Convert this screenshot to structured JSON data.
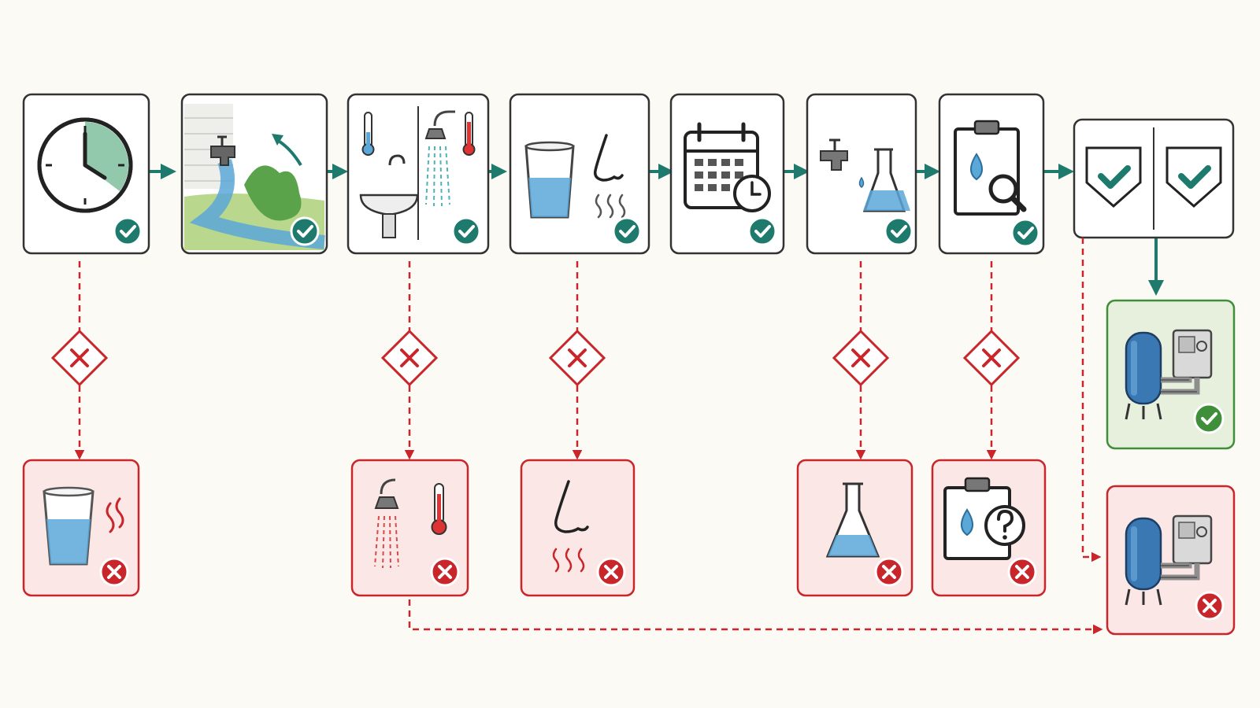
{
  "colors": {
    "background": "#fbfaf5",
    "flow_teal": "#1f7a6e",
    "fail_red": "#c8262a",
    "fail_fill": "#fbe7e6",
    "pass_green": "#3f8f3a",
    "pass_fill": "#e6f0dd",
    "box_border": "#333333",
    "water_blue": "#5aa8d8",
    "tank_blue": "#3a78b4"
  },
  "steps": [
    {
      "id": "wait-time",
      "icon": "clock-icon",
      "status": "pass"
    },
    {
      "id": "flush-outdoor",
      "icon": "garden-faucet-icon",
      "status": "pass"
    },
    {
      "id": "temperature-check",
      "icon": "sink-shower-thermometer-icon",
      "status": "pass"
    },
    {
      "id": "look-smell",
      "icon": "glass-nose-icon",
      "status": "pass"
    },
    {
      "id": "schedule",
      "icon": "calendar-clock-icon",
      "status": "pass"
    },
    {
      "id": "sample",
      "icon": "faucet-flask-icon",
      "status": "pass"
    },
    {
      "id": "lab-report",
      "icon": "clipboard-magnifier-icon",
      "status": "pass"
    },
    {
      "id": "final-approval",
      "icon": "double-shield-check-icon",
      "status": "pass"
    }
  ],
  "failures": [
    {
      "from": "wait-time",
      "icon": "glass-fumes-icon"
    },
    {
      "from": "temperature-check",
      "icon": "shower-thermometer-icon"
    },
    {
      "from": "look-smell",
      "icon": "nose-odor-icon"
    },
    {
      "from": "sample",
      "icon": "flask-icon"
    },
    {
      "from": "lab-report",
      "icon": "clipboard-question-icon"
    }
  ],
  "outcomes": {
    "pass": {
      "icon": "water-system-icon",
      "badge": "check-badge-icon"
    },
    "fail": {
      "icon": "water-system-icon",
      "badge": "x-badge-icon"
    }
  }
}
